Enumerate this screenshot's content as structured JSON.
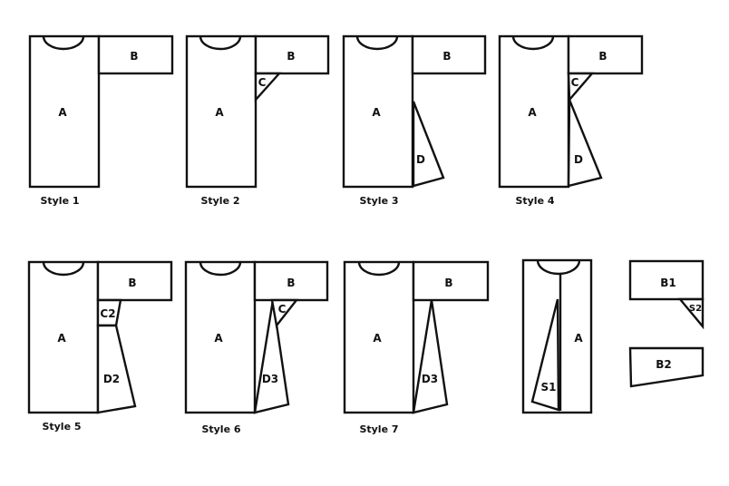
{
  "styles": [
    {
      "caption": "Style 1",
      "body": "A",
      "sleeve": "B"
    },
    {
      "caption": "Style 2",
      "body": "A",
      "sleeve": "B",
      "gusset": "C"
    },
    {
      "caption": "Style 3",
      "body": "A",
      "sleeve": "B",
      "gore": "D"
    },
    {
      "caption": "Style 4",
      "body": "A",
      "sleeve": "B",
      "gusset": "C",
      "gore": "D"
    },
    {
      "caption": "Style 5",
      "body": "A",
      "sleeve": "B",
      "gusset": "C2",
      "gore": "D2"
    },
    {
      "caption": "Style 6",
      "body": "A",
      "sleeve": "B",
      "gusset": "C",
      "gore": "D3"
    },
    {
      "caption": "Style 7",
      "body": "A",
      "sleeve": "B",
      "gore": "D3"
    }
  ],
  "pattern": {
    "body": "A",
    "side_piece": "S1",
    "sleeve_top": "B1",
    "sleeve_gusset": "S2",
    "sleeve_bottom": "B2"
  },
  "colors": {
    "stroke": "#111111",
    "background": "#ffffff"
  }
}
